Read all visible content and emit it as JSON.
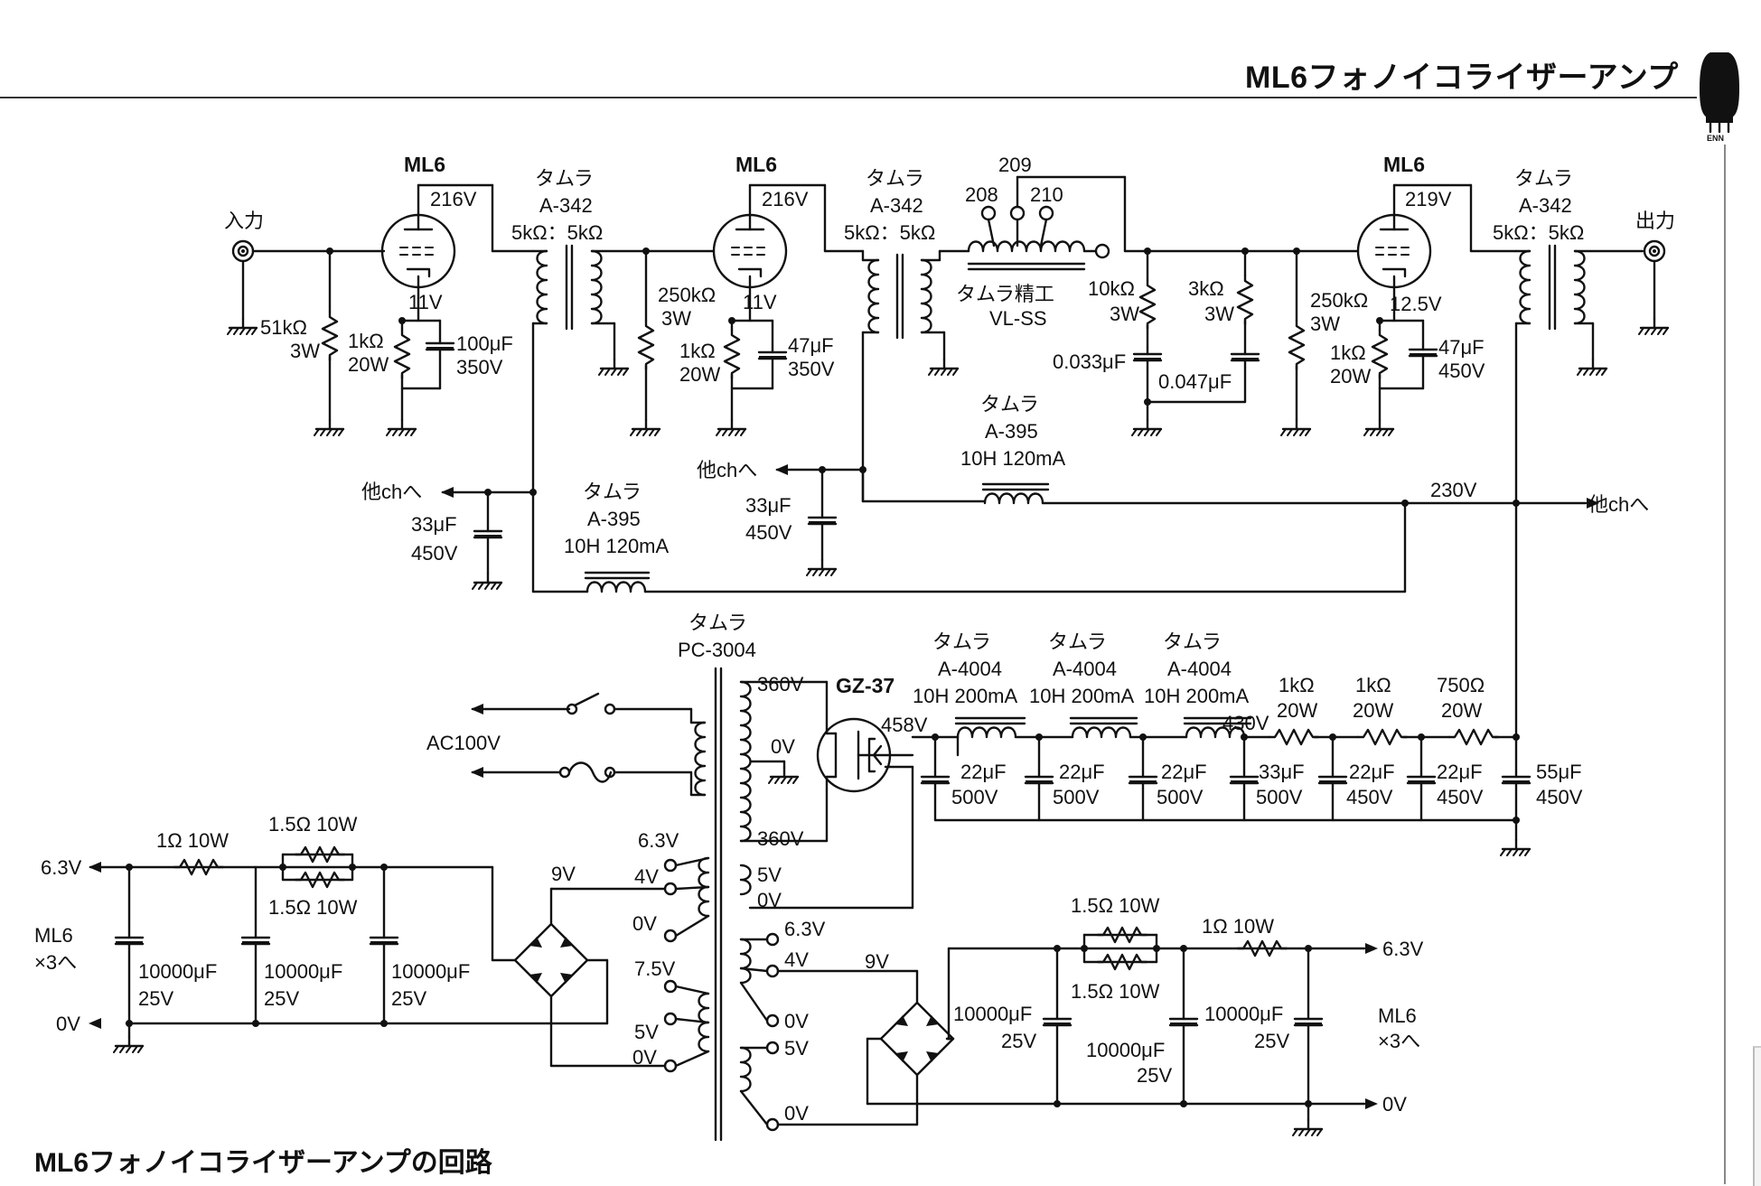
{
  "page": {
    "title": "ML6フォノイコライザーアンプ",
    "caption": "ML6フォノイコライザーアンプの回路",
    "logo_text": "ENN"
  },
  "signal_section": {
    "input_label": "入力",
    "output_label": "出力",
    "stage1": {
      "tube": "ML6",
      "plate_voltage": "216V",
      "cathode_voltage": "11V",
      "grid_resistor": [
        "51kΩ",
        "3W"
      ],
      "cathode_resistor": [
        "1kΩ",
        "20W"
      ],
      "cathode_capacitor": [
        "100μF",
        "350V"
      ],
      "plate_transformer": [
        "タムラ",
        "A-342",
        "5kΩ：5kΩ"
      ]
    },
    "stage2": {
      "tube": "ML6",
      "plate_voltage": "216V",
      "cathode_voltage": "11V",
      "grid_resistor": [
        "250kΩ",
        "3W"
      ],
      "cathode_resistor": [
        "1kΩ",
        "20W"
      ],
      "cathode_capacitor": [
        "47μF",
        "350V"
      ],
      "plate_transformer": [
        "タムラ",
        "A-342",
        "5kΩ：5kΩ"
      ]
    },
    "equalizer": {
      "component": [
        "タムラ精工",
        "VL-SS"
      ],
      "taps": [
        "208",
        "209",
        "210"
      ],
      "r1": [
        "10kΩ",
        "3W"
      ],
      "c1": "0.033μF",
      "r2": [
        "3kΩ",
        "3W"
      ],
      "c2": "0.047μF"
    },
    "stage3": {
      "tube": "ML6",
      "plate_voltage": "219V",
      "cathode_voltage": "12.5V",
      "grid_resistor": [
        "250kΩ",
        "3W"
      ],
      "cathode_resistor": [
        "1kΩ",
        "20W"
      ],
      "cathode_capacitor": [
        "47μF",
        "450V"
      ],
      "plate_transformer": [
        "タムラ",
        "A-342",
        "5kΩ：5kΩ"
      ]
    },
    "b_plus": {
      "voltage": "230V",
      "to_other_ch": "他chへ",
      "choke_a": [
        "タムラ",
        "A-395",
        "10H 120mA"
      ],
      "choke_b": [
        "タムラ",
        "A-395",
        "10H 120mA"
      ],
      "decoupling_cap": [
        "33μF",
        "450V"
      ]
    }
  },
  "power_section": {
    "ac_label": "AC100V",
    "power_transformer": [
      "タムラ",
      "PC-3004"
    ],
    "rectifier_tube": "GZ-37",
    "windings": {
      "hv": [
        "360V",
        "0V",
        "360V"
      ],
      "heater_5v": [
        "5V",
        "0V"
      ],
      "left_secondary": [
        "6.3V",
        "4V",
        "0V",
        "7.5V",
        "5V",
        "0V"
      ],
      "right_secondary": [
        "6.3V",
        "4V",
        "0V",
        "5V",
        "0V"
      ]
    },
    "rectified_voltage": "458V",
    "filter_voltage": "430V",
    "chokes": [
      [
        "タムラ",
        "A-4004",
        "10H 200mA"
      ],
      [
        "タムラ",
        "A-4004",
        "10H 200mA"
      ],
      [
        "タムラ",
        "A-4004",
        "10H 200mA"
      ]
    ],
    "resistors": [
      [
        "1kΩ",
        "20W"
      ],
      [
        "1kΩ",
        "20W"
      ],
      [
        "750Ω",
        "20W"
      ]
    ],
    "filter_caps": [
      [
        "22μF",
        "500V"
      ],
      [
        "22μF",
        "500V"
      ],
      [
        "22μF",
        "500V"
      ],
      [
        "33μF",
        "500V"
      ],
      [
        "22μF",
        "450V"
      ],
      [
        "22μF",
        "450V"
      ],
      [
        "55μF",
        "450V"
      ]
    ]
  },
  "heater_left": {
    "bridge_input": "9V",
    "series_r": "1Ω 10W",
    "parallel_r": [
      "1.5Ω 10W",
      "1.5Ω 10W"
    ],
    "caps": [
      [
        "10000μF",
        "25V"
      ],
      [
        "10000μF",
        "25V"
      ],
      [
        "10000μF",
        "25V"
      ]
    ],
    "out_v": "6.3V",
    "out_0v": "0V",
    "load": [
      "ML6",
      "×3へ"
    ]
  },
  "heater_right": {
    "bridge_input": "9V",
    "series_r": "1Ω 10W",
    "parallel_r": [
      "1.5Ω 10W",
      "1.5Ω 10W"
    ],
    "caps": [
      [
        "10000μF",
        "25V"
      ],
      [
        "10000μF",
        "25V"
      ],
      [
        "10000μF",
        "25V"
      ]
    ],
    "out_v": "6.3V",
    "out_0v": "0V",
    "load": [
      "ML6",
      "×3へ"
    ]
  }
}
